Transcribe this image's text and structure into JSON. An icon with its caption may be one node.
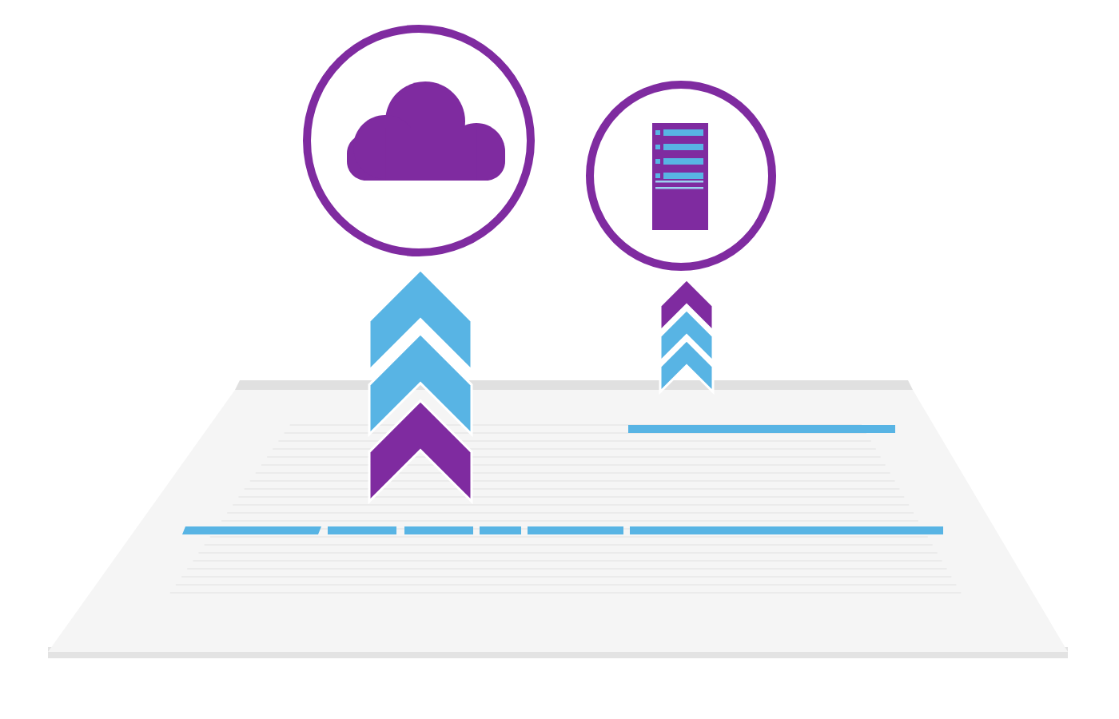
{
  "diagram": {
    "nodes": [
      {
        "text": [],
        "shape": "circle"
      },
      {
        "text": [],
        "shape": "circle"
      },
      {
        "text": [],
        "shape": "table"
      }
    ],
    "edges": [
      {
        "from": 2,
        "to": 0,
        "arrow": "to"
      },
      {
        "from": 2,
        "to": 1,
        "arrow": "to"
      }
    ]
  }
}
